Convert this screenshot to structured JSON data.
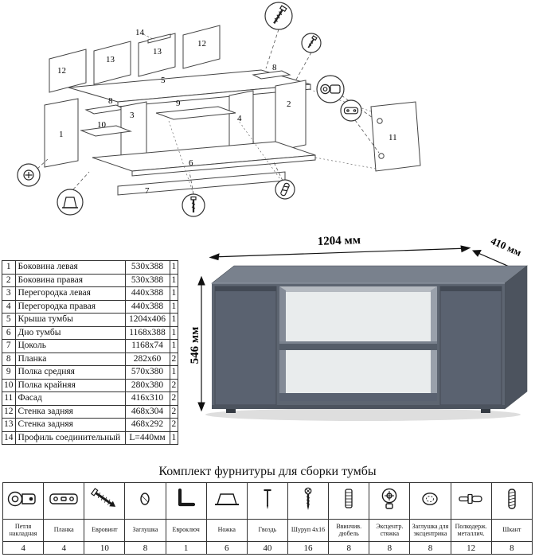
{
  "dimensions": {
    "width": "1204 мм",
    "depth": "410 мм",
    "height": "546 мм"
  },
  "parts": {
    "rows": [
      {
        "num": "1",
        "name": "Боковина левая",
        "size": "530x388",
        "qty": "1"
      },
      {
        "num": "2",
        "name": "Боковина правая",
        "size": "530x388",
        "qty": "1"
      },
      {
        "num": "3",
        "name": "Перегородка левая",
        "size": "440x388",
        "qty": "1"
      },
      {
        "num": "4",
        "name": "Перегородка правая",
        "size": "440x388",
        "qty": "1"
      },
      {
        "num": "5",
        "name": "Крыша тумбы",
        "size": "1204x406",
        "qty": "1"
      },
      {
        "num": "6",
        "name": "Дно тумбы",
        "size": "1168x388",
        "qty": "1"
      },
      {
        "num": "7",
        "name": "Цоколь",
        "size": "1168x74",
        "qty": "1"
      },
      {
        "num": "8",
        "name": "Планка",
        "size": "282x60",
        "qty": "2"
      },
      {
        "num": "9",
        "name": "Полка средняя",
        "size": "570x380",
        "qty": "1"
      },
      {
        "num": "10",
        "name": "Полка крайняя",
        "size": "280x380",
        "qty": "2"
      },
      {
        "num": "11",
        "name": "Фасад",
        "size": "416x310",
        "qty": "2"
      },
      {
        "num": "12",
        "name": "Стенка задняя",
        "size": "468x304",
        "qty": "2"
      },
      {
        "num": "13",
        "name": "Стенка задняя",
        "size": "468x292",
        "qty": "2"
      },
      {
        "num": "14",
        "name": "Профиль соединительный",
        "size": "L=440мм",
        "qty": "1"
      }
    ]
  },
  "exploded": {
    "labels": {
      "p1": "1",
      "p2": "2",
      "p3": "3",
      "p4": "4",
      "p5": "5",
      "p6": "6",
      "p7": "7",
      "p8a": "8",
      "p8b": "8",
      "p9": "9",
      "p10": "10",
      "p11": "11",
      "p12a": "12",
      "p12b": "12",
      "p13a": "13",
      "p13b": "13",
      "p14": "14"
    }
  },
  "hardware": {
    "title": "Комплект фурнитуры для сборки тумбы",
    "items": [
      {
        "name": "Петля накладная",
        "qty": "4",
        "icon": "hinge-icon"
      },
      {
        "name": "Планка",
        "qty": "4",
        "icon": "plate-icon"
      },
      {
        "name": "Евровинт",
        "qty": "10",
        "icon": "euroscrew-icon"
      },
      {
        "name": "Заглушка",
        "qty": "8",
        "icon": "cap-icon"
      },
      {
        "name": "Евроключ",
        "qty": "1",
        "icon": "hexkey-icon"
      },
      {
        "name": "Ножка",
        "qty": "6",
        "icon": "leg-icon"
      },
      {
        "name": "Гвоздь",
        "qty": "40",
        "icon": "nail-icon"
      },
      {
        "name": "Шуруп 4x16",
        "qty": "16",
        "icon": "screw-icon"
      },
      {
        "name": "Ввинчив. дюбель",
        "qty": "8",
        "icon": "threaded-dowel-icon"
      },
      {
        "name": "Эксцентр. стяжка",
        "qty": "8",
        "icon": "cam-lock-icon"
      },
      {
        "name": "Заглушка для эксцентрика",
        "qty": "8",
        "icon": "cam-cap-icon"
      },
      {
        "name": "Полкодерж. металлич.",
        "qty": "12",
        "icon": "shelf-pin-icon"
      },
      {
        "name": "Шкант",
        "qty": "8",
        "icon": "wood-dowel-icon"
      }
    ],
    "colors": {
      "cabinet_front": "#5d6571",
      "cabinet_top": "#79818d",
      "cabinet_side": "#4c535e",
      "interior_back": "#e9eced"
    }
  }
}
